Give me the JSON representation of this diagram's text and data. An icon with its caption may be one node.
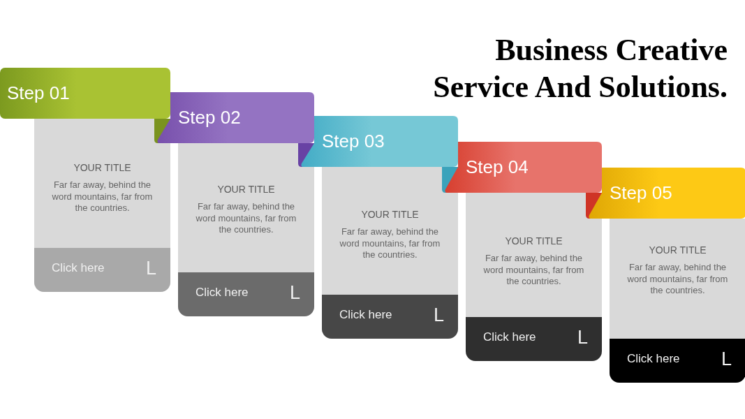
{
  "diagram": {
    "title": "Business Creative Service And Solutions.",
    "nodes": [
      {
        "text": [
          "Step 01"
        ]
      },
      {
        "text": [
          "YOUR TITLE",
          "Far far away, behind the word mountains, far from the countries."
        ]
      },
      {
        "text": [
          "Click here",
          "L"
        ],
        "in": 1
      },
      {
        "text": [
          "Step 02"
        ]
      },
      {
        "text": [
          "YOUR TITLE",
          "Far far away, behind the word mountains, far from the countries."
        ]
      },
      {
        "text": [
          "Click here",
          "L"
        ],
        "in": 4
      },
      {
        "text": [
          "Step 03"
        ]
      },
      {
        "text": [
          "YOUR TITLE",
          "Far far away, behind the word mountains, far from the countries."
        ]
      },
      {
        "text": [
          "Click here",
          "L"
        ],
        "in": 7
      },
      {
        "text": [
          "Step 04"
        ]
      },
      {
        "text": [
          "YOUR TITLE",
          "Far far away, behind the word mountains, far from the countries."
        ]
      },
      {
        "text": [
          "Click here",
          "L"
        ],
        "in": 10
      },
      {
        "text": [
          "Step 05"
        ]
      },
      {
        "text": [
          "YOUR TITLE",
          "Far far away, behind the word mountains, far from the countries."
        ]
      },
      {
        "text": [
          "Click here",
          "L"
        ],
        "in": 13
      }
    ]
  }
}
